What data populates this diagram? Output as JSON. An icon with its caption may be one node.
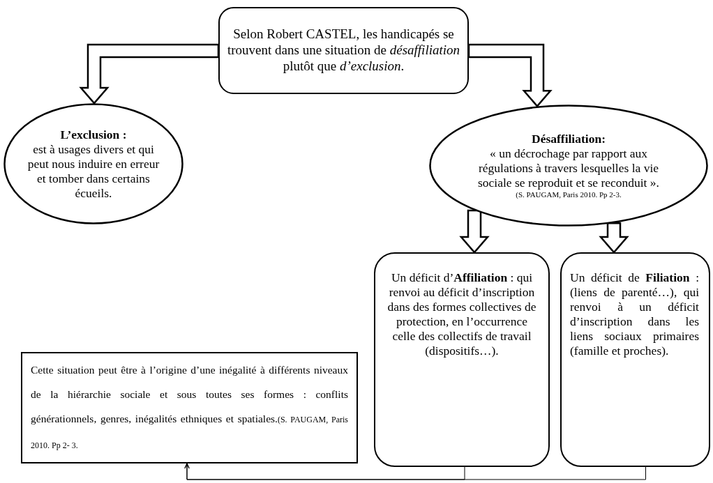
{
  "diagram": {
    "nodes": [
      {
        "text": [
          "Selon Robert CASTEL, les handicapés se trouvent dans une situation de *désaffiliation* plutôt que *d’exclusion*."
        ]
      },
      {
        "text": [
          "L’exclusion :",
          "est à usages divers et qui peut nous induire en erreur et tomber dans certains écueils."
        ]
      },
      {
        "text": [
          "Désaffiliation:",
          "« un décrochage par rapport aux régulations à travers lesquelles la vie sociale se reproduit et se reconduit ».",
          "(S. PAUGAM, Paris 2010. Pp 2-3."
        ]
      },
      {
        "text": [
          "Cette situation peut être à l’origine d’une inégalité à différents niveaux de la hiérarchie sociale et sous toutes ses formes : conflits générationnels, genres, inégalités ethniques et spatiales.",
          "(S. PAUGAM, Paris 2010. Pp 2- 3."
        ]
      },
      {
        "text": [
          "Un déficit d’**Affiliation** : qui renvoi au déficit d’inscription dans des formes collectives de protection, en l’occurrence celle des collectifs de travail (dispositifs…)."
        ]
      },
      {
        "text": [
          "Un déficit de **Filiation** : (liens de parenté…), qui renvoi à un déficit d’inscription dans les liens sociaux primaires (famille et proches)."
        ]
      }
    ],
    "edges": [
      {
        "from": 0,
        "to": 1,
        "arrow": "to",
        "style": "thick"
      },
      {
        "from": 0,
        "to": 2,
        "arrow": "to",
        "style": "thick"
      },
      {
        "from": 2,
        "to": 4,
        "arrow": "to",
        "style": "thick"
      },
      {
        "from": 2,
        "to": 5,
        "arrow": "to",
        "style": "thick"
      },
      {
        "from": 4,
        "to": 3,
        "arrow": "to"
      },
      {
        "from": 5,
        "to": 3,
        "arrow": "to"
      }
    ]
  }
}
